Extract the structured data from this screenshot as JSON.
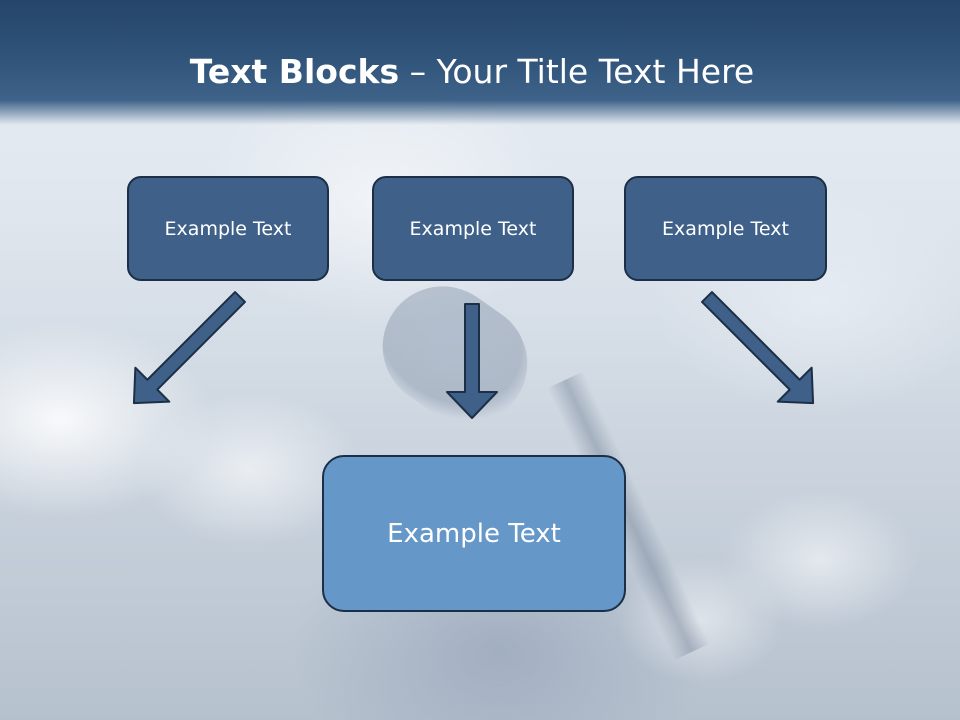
{
  "slide": {
    "title_bold": "Text Blocks",
    "title_separator": " – ",
    "title_rest": "Your Title Text Here"
  },
  "blocks": {
    "top": [
      {
        "label": "Example Text"
      },
      {
        "label": "Example Text"
      },
      {
        "label": "Example Text"
      }
    ],
    "main": {
      "label": "Example Text"
    }
  },
  "colors": {
    "title_band": "#2f5379",
    "top_box_fill": "#3f6189",
    "main_box_fill": "#6597c9",
    "box_border": "#1c2f47",
    "text": "#ffffff"
  },
  "icons": [
    "arrow-down-right-icon",
    "arrow-down-icon",
    "arrow-down-left-icon"
  ]
}
